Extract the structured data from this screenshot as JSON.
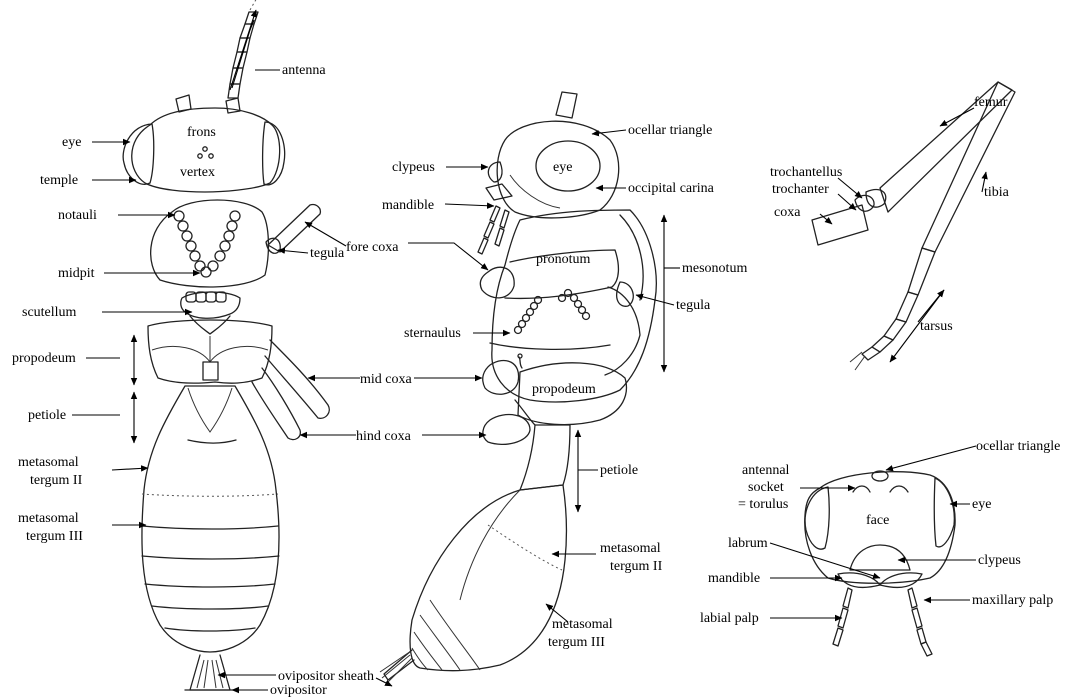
{
  "labels": {
    "antenna": "antenna",
    "frons": "frons",
    "vertex": "vertex",
    "eye": "eye",
    "temple": "temple",
    "notauli": "notauli",
    "tegula": "tegula",
    "midpit": "midpit",
    "scutellum": "scutellum",
    "propodeum": "propodeum",
    "petiole": "petiole",
    "metasomal_tergum_ii_line1": "metasomal",
    "metasomal_tergum_ii_line2": "tergum II",
    "metasomal_tergum_iii_line1": "metasomal",
    "metasomal_tergum_iii_line2": "tergum III",
    "ovipositor_sheath": "ovipositor sheath",
    "ovipositor": "ovipositor",
    "fore_coxa": "fore coxa",
    "mid_coxa": "mid coxa",
    "hind_coxa": "hind coxa",
    "ocellar_triangle": "ocellar triangle",
    "clypeus": "clypeus",
    "mandible": "mandible",
    "occipital_carina": "occipital carina",
    "pronotum": "pronotum",
    "mesonotum": "mesonotum",
    "sternaulus": "sternaulus",
    "femur": "femur",
    "trochantellus": "trochantellus",
    "trochanter": "trochanter",
    "tibia": "tibia",
    "coxa": "coxa",
    "tarsus": "tarsus",
    "antennal_socket_line1": "antennal",
    "antennal_socket_line2": "socket",
    "antennal_socket_line3": "= torulus",
    "face": "face",
    "labrum": "labrum",
    "labial_palp": "labial palp",
    "maxillary_palp": "maxillary palp"
  }
}
